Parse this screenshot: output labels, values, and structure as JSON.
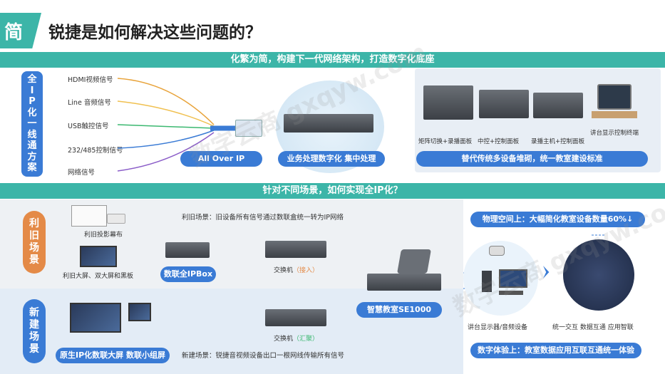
{
  "header": {
    "tag": "简",
    "title": "锐捷是如何解决这些问题的？"
  },
  "top_banner": "化繁为简，构建下一代网络架构，打造数字化底座",
  "mid_banner": "针对不同场景，如何实现全IP化？",
  "all_ip": {
    "side_label": [
      "全",
      "I",
      "P",
      "化",
      "一",
      "线",
      "通",
      "方",
      "案"
    ],
    "signals": [
      "HDMI视频信号",
      "Line 音频信号",
      "USB触控信号",
      "232/485控制信号",
      "网络信号"
    ],
    "pill_all_over_ip": "All Over IP",
    "pill_business": "业务处理数字化 集中处理",
    "devices": [
      "矩阵切换+录播面板",
      "中控+控制面板",
      "录播主机+控制面板",
      "讲台显示控制终端"
    ],
    "replace_pill": "替代传统多设备堆砌，统一教室建设标准"
  },
  "reuse": {
    "side_label": [
      "利",
      "旧",
      "场",
      "景"
    ],
    "items": [
      "利旧投影幕布",
      "利旧大屏、双大屏和黑板"
    ],
    "caption": "利旧场景：旧设备所有信号通过数联盒统一转为IP网络",
    "ipbox_pill": "数联全IPBox",
    "switch_label": "交换机",
    "switch_note": "（接入）"
  },
  "new_build": {
    "side_label": [
      "新",
      "建",
      "场",
      "景"
    ],
    "devices_pill": "原生IP化数联大屏 数联小组屏",
    "caption": "新建场景：锐捷音视频设备出口一根网线传输所有信号",
    "switch_label": "交换机",
    "switch_note": "（汇聚）"
  },
  "center_pill": "智慧教室SE1000",
  "right": {
    "top_pill": "物理空间上：大幅简化教室设备数量60%↓",
    "left_caption": "讲台显示器/音频设备",
    "right_caption": "统一交互 数据互通 应用智联",
    "bottom_pill": "数字体验上：教室数据应用互联互通统一体验"
  },
  "watermark": "数字云商 gxqyw.com"
}
